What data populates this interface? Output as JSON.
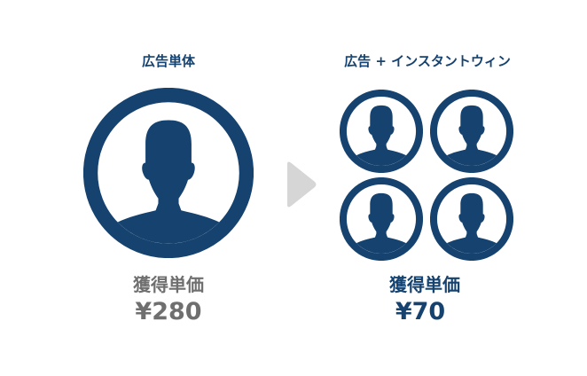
{
  "colors": {
    "primary": "#15426f",
    "muted_text": "#6f6f6f",
    "arrow": "#d6d6d6",
    "background": "#ffffff"
  },
  "left": {
    "heading": "広告単体",
    "icon": "single-user-avatar-icon",
    "cpa_label": "獲得単価",
    "cpa_value": "¥280"
  },
  "arrow": {
    "icon": "triangle-right-arrow-icon"
  },
  "right": {
    "heading": "広告 + インスタントウィン",
    "icons": [
      "user-avatar-icon",
      "user-avatar-icon",
      "user-avatar-icon",
      "user-avatar-icon"
    ],
    "cpa_label": "獲得単価",
    "cpa_value": "¥70"
  }
}
